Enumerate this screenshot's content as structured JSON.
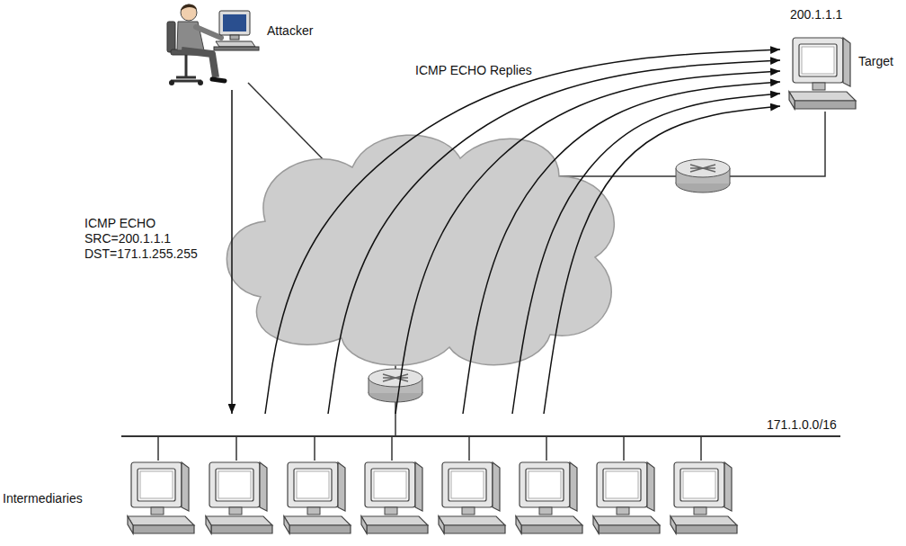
{
  "diagram": {
    "nodes": [
      {
        "text": [
          "Attacker"
        ]
      },
      {
        "text": [
          "200.1.1.1",
          "Target"
        ]
      },
      {
        "text": [
          "Intermediaries"
        ]
      }
    ],
    "edges": [
      {
        "from": 0,
        "to": 2,
        "arrow": "to",
        "label": "ICMP ECHO SRC=200.1.1.1 DST=171.1.255.255"
      },
      {
        "from": 2,
        "to": 1,
        "arrow": "to",
        "label": "ICMP ECHO Replies"
      },
      {
        "from": 2,
        "to": 1,
        "arrow": "to"
      },
      {
        "from": 2,
        "to": 1,
        "arrow": "to"
      },
      {
        "from": 2,
        "to": 1,
        "arrow": "to"
      },
      {
        "from": 2,
        "to": 1,
        "arrow": "to"
      },
      {
        "from": 2,
        "to": 1,
        "arrow": "to"
      }
    ],
    "labels": [
      "171.1.0.0/16"
    ]
  }
}
